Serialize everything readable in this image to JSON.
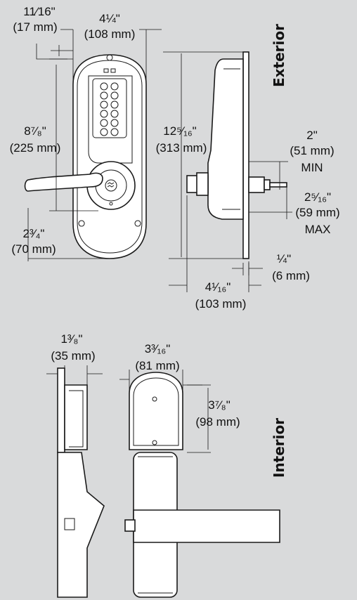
{
  "sections": {
    "exterior": "Exterior",
    "interior": "Interior"
  },
  "dimensions": {
    "handle_projection": {
      "imperial": "11⁄16\"",
      "metric": "(17 mm)"
    },
    "escutcheon_width": {
      "imperial": "4¼\"",
      "metric": "(108 mm)"
    },
    "handle_height": {
      "imperial": "8⁷⁄₈\"",
      "metric": "(225 mm)"
    },
    "lower_spacing": {
      "imperial": "2³⁄₄\"",
      "metric": "(70 mm)"
    },
    "overall_height": {
      "imperial": "12⁵⁄₁₆\"",
      "metric": "(313 mm)"
    },
    "door_min": {
      "imperial": "2\"",
      "metric": "(51 mm)",
      "note": "MIN"
    },
    "door_max": {
      "imperial": "2⁵⁄₁₆\"",
      "metric": "(59 mm)",
      "note": "MAX"
    },
    "plate_thickness": {
      "imperial": "¼\"",
      "metric": "(6 mm)"
    },
    "side_depth": {
      "imperial": "4¹⁄₁₆\"",
      "metric": "(103 mm)"
    },
    "interior_depth": {
      "imperial": "1³⁄₈\"",
      "metric": "(35 mm)"
    },
    "interior_width": {
      "imperial": "3³⁄₁₆\"",
      "metric": "(81 mm)"
    },
    "interior_cap_height": {
      "imperial": "3⁷⁄₈\"",
      "metric": "(98 mm)"
    }
  }
}
